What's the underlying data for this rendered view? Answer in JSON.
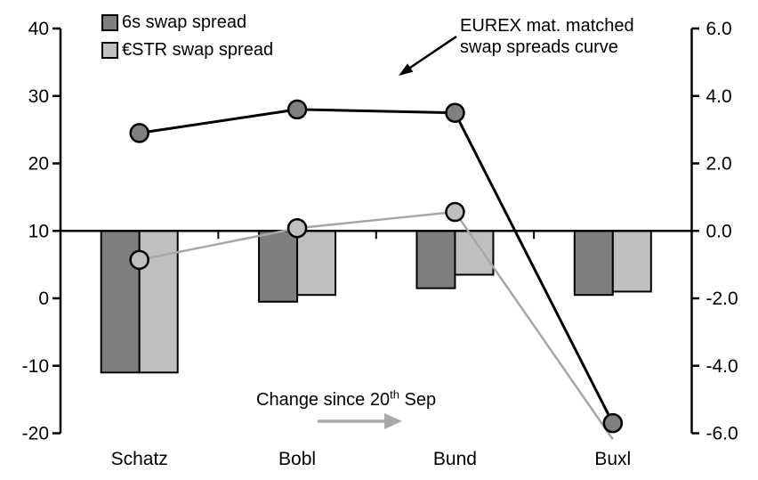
{
  "colors": {
    "bar_dark": "#7F7F7F",
    "bar_light": "#BFBFBF",
    "line_black": "#000000",
    "line_gray": "#A6A6A6",
    "marker_dark_fill": "#808080",
    "marker_light_fill": "#BFBFBF",
    "arrow_gray": "#A9A9A9",
    "axis": "#000000"
  },
  "legend": {
    "items": [
      {
        "label": "6s swap spread",
        "color": "#7F7F7F"
      },
      {
        "label": "€STR swap spread",
        "color": "#BFBFBF"
      }
    ]
  },
  "annotations": {
    "curve_label": {
      "line1": "EUREX mat. matched",
      "line2": "swap spreads curve"
    },
    "change_label": {
      "prefix": "Change since 20",
      "sup": "th",
      "suffix": " Sep"
    }
  },
  "chart_data": {
    "type": "combo-bar-line",
    "categories": [
      "Schatz",
      "Bobl",
      "Bund",
      "Buxl"
    ],
    "left_axis": {
      "tick_labels": [
        "40",
        "30",
        "20",
        "10",
        "0",
        "-10",
        "-20"
      ],
      "tick_values": [
        40,
        30,
        20,
        10,
        0,
        -10,
        -20
      ],
      "min": -20,
      "max": 40
    },
    "right_axis": {
      "tick_labels": [
        "6.0",
        "4.0",
        "2.0",
        "0.0",
        "-2.0",
        "-4.0",
        "-6.0"
      ],
      "tick_values": [
        6,
        4,
        2,
        0,
        -2,
        -4,
        -6
      ],
      "min": -6,
      "max": 6
    },
    "bar_baseline_left_value": 10,
    "bar_series": [
      {
        "name": "6s swap spread",
        "axis": "right",
        "fill": "#7F7F7F",
        "values": [
          -4.2,
          -2.1,
          -1.7,
          -1.9
        ]
      },
      {
        "name": "€STR swap spread",
        "axis": "right",
        "fill": "#BFBFBF",
        "values": [
          -4.2,
          -1.9,
          -1.3,
          -1.8
        ]
      }
    ],
    "line_series": [
      {
        "name": "6s swap spread curve",
        "axis": "left",
        "stroke": "#000000",
        "stroke_width": 3,
        "marker_fill": "#808080",
        "values": [
          24.5,
          28.0,
          27.5,
          -18.5
        ],
        "marker_visible": [
          true,
          true,
          true,
          true
        ]
      },
      {
        "name": "€STR swap spread curve",
        "axis": "left",
        "stroke": "#A6A6A6",
        "stroke_width": 2.5,
        "marker_fill": "#BFBFBF",
        "values": [
          5.7,
          10.4,
          12.8,
          -20.9
        ],
        "marker_visible": [
          true,
          true,
          true,
          false
        ]
      }
    ],
    "grid": false,
    "legend_position": "top-left"
  }
}
